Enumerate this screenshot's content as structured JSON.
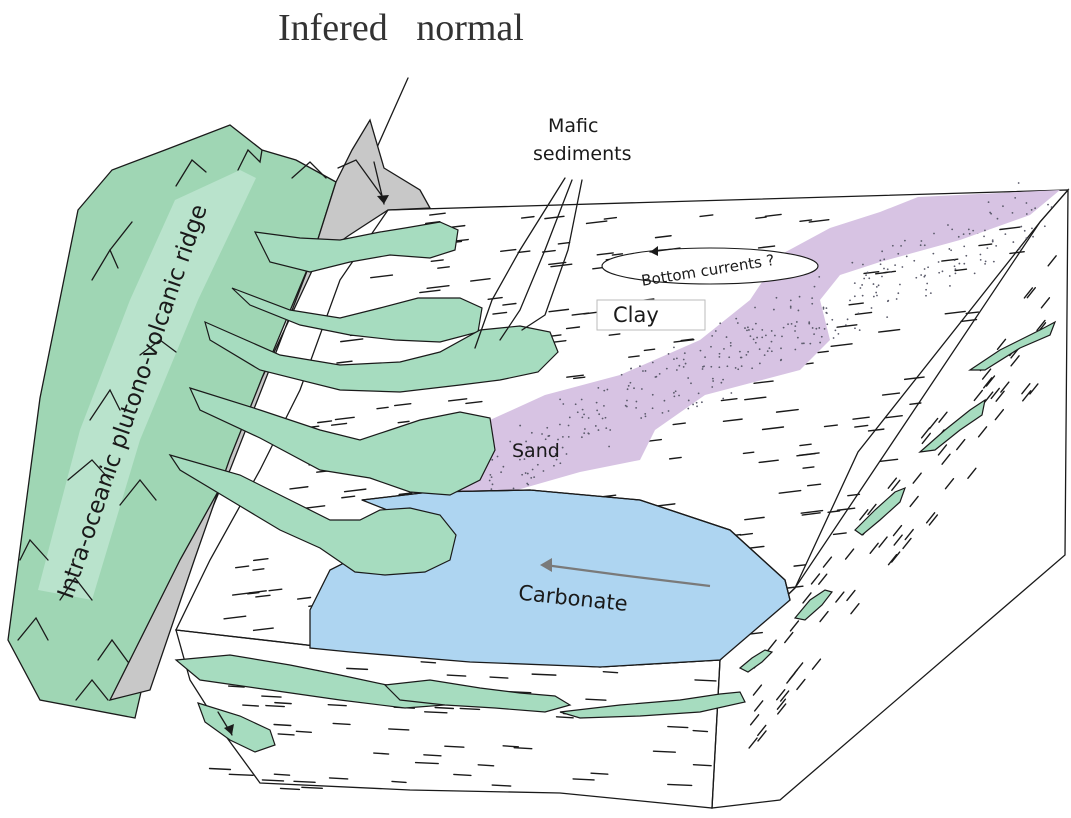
{
  "title": "Infered   normal",
  "labels": {
    "mafic_sediments_line1": "Mafic",
    "mafic_sediments_line2": "sediments",
    "bottom_currents": "Bottom currents ?",
    "clay": "Clay",
    "sand": "Sand",
    "carbonate": "Carbonate",
    "ridge": "Intra-oceanic plutono-volcanic ridge"
  },
  "colors": {
    "ridge_green": "#9fd6b4",
    "mafic_green": "#a6dcbf",
    "fault_gray": "#c8c8c8",
    "sand_purple": "#d7c3e3",
    "carbonate_blue": "#aed5f1",
    "ridge_label_band": "#b9e3cc",
    "arrow_gray": "#7a7a7a"
  }
}
